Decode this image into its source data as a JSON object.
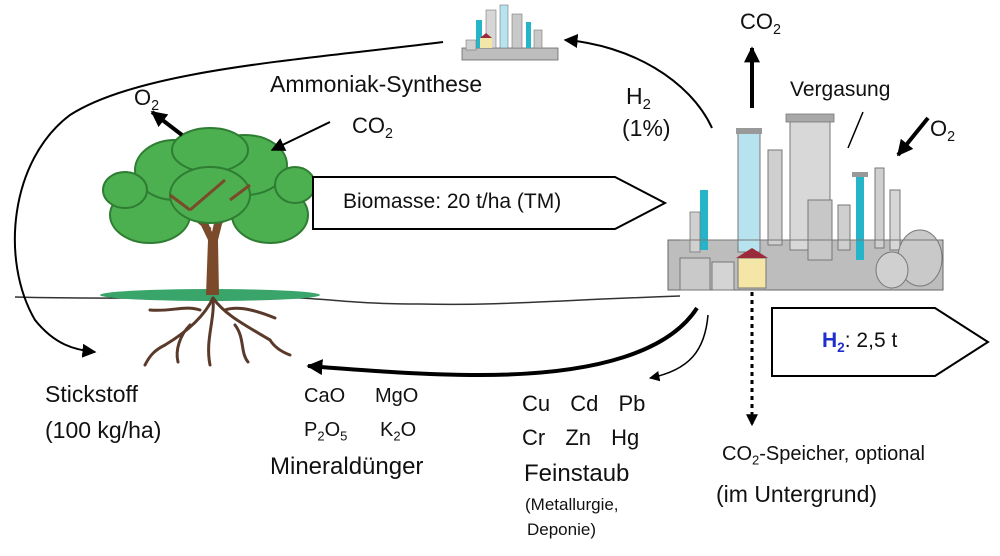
{
  "labels": {
    "ammoniak": "Ammoniak-Synthese",
    "o2_tree": "O",
    "o2_tree_sub": "2",
    "co2_tree": "CO",
    "co2_tree_sub": "2",
    "co2_top": "CO",
    "co2_top_sub": "2",
    "h2_small": "H",
    "h2_small_sub": "2",
    "h2_percent": "(1%)",
    "vergasung": "Vergasung",
    "o2_right": "O",
    "o2_right_sub": "2",
    "biomasse": "Biomasse: 20 t/ha (TM)",
    "h2_big": "H",
    "h2_big_sub": "2",
    "h2_big_value": ": 2,5 t",
    "stickstoff_1": "Stickstoff",
    "stickstoff_2": "(100 kg/ha)",
    "cao": "CaO",
    "mgo": "MgO",
    "p2o5_a": "P",
    "p2o5_sub1": "2",
    "p2o5_b": "O",
    "p2o5_sub2": "5",
    "k2o_a": "K",
    "k2o_sub": "2",
    "k2o_b": "O",
    "mineralduenger": "Mineraldünger",
    "metals_row1": [
      "Cu",
      "Cd",
      "Pb"
    ],
    "metals_row2": [
      "Cr",
      "Zn",
      "Hg"
    ],
    "feinstaub": "Feinstaub",
    "feinstaub_note_1": "(Metallurgie,",
    "feinstaub_note_2": "Deponie)",
    "co2_speicher_a": "CO",
    "co2_speicher_sub": "2",
    "co2_speicher_b": "-Speicher, optional",
    "untergrund": "(im Untergrund)"
  },
  "colors": {
    "h2_highlight": "#1f2fcc",
    "foliage": "#4caf50",
    "foliage_dark": "#2e7d32",
    "trunk": "#7a4a2a",
    "roots": "#5a3a2a",
    "ground": "#3aa56a",
    "plant_grey": "#bdbdbd",
    "plant_cyan": "#26b5c8",
    "plant_lightblue": "#b7e3ee",
    "roof_red": "#9b2a3a",
    "wall_yellow": "#f3e6a6"
  }
}
